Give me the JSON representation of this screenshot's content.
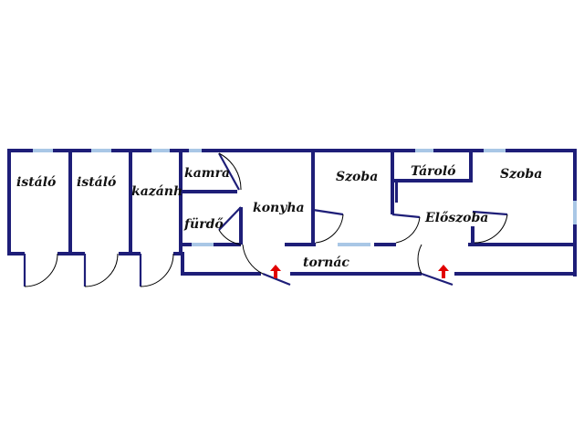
{
  "rooms": {
    "istalo_1": "istáló",
    "istalo_2": "istáló",
    "kazanhaz": "kazánh",
    "kamra": "kamra",
    "furdo": "fürdő",
    "konyha": "konyha",
    "szoba_1": "Szoba",
    "tarolo": "Tároló",
    "eloszoba": "Előszoba",
    "szoba_2": "Szoba",
    "tornac": "tornác"
  },
  "colors": {
    "wall": "#1e1e78",
    "window": "#a9c7e6",
    "entrance_arrow": "#e10000"
  }
}
